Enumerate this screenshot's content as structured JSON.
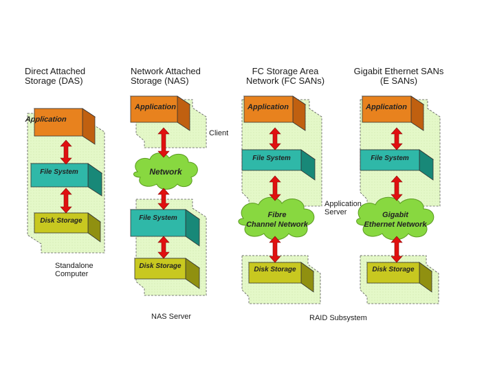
{
  "columns": [
    {
      "title": "Direct Attached\nStorage (DAS)"
    },
    {
      "title": "Network Attached\nStorage (NAS)"
    },
    {
      "title": "FC Storage Area\nNetwork (FC SANs)"
    },
    {
      "title": "Gigabit Ethernet SANs\n(E SANs)"
    }
  ],
  "boxes": {
    "application": "Application",
    "file_system": "File System",
    "disk_storage": "Disk Storage"
  },
  "clouds": {
    "network": "Network",
    "fibre": "Fibre\nChannel Network",
    "gigabit": "Gigabit\nEthernet Network"
  },
  "labels": {
    "standalone": "Standalone\nComputer",
    "client": "Client",
    "nas_server": "NAS Server",
    "application_server": "Application\nServer",
    "raid": "RAID Subsystem"
  },
  "colors": {
    "application": "#e8821e",
    "file_system": "#2fb8a8",
    "disk_storage": "#c8c820",
    "cloud": "#88d840",
    "panel": "#e4f8c8",
    "arrow": "#e01010"
  }
}
